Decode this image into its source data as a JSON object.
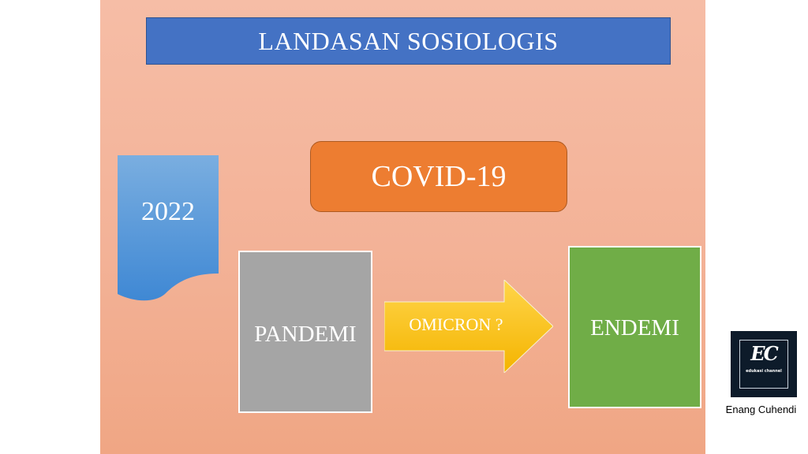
{
  "slide": {
    "title": "LANDASAN SOSIOLOGIS",
    "center_label": "COVID-19",
    "year_label": "2022",
    "left_box_label": "PANDEMI",
    "arrow_label": "OMICRON ?",
    "right_box_label": "ENDEMI"
  },
  "branding": {
    "logo_mark": "EC",
    "logo_subtitle": "edukasi channel",
    "author": "Enang Cuhendi"
  },
  "colors": {
    "slide_background": "#f3b297",
    "title_bar": "#4472c4",
    "covid_box": "#ed7d31",
    "year_banner": "#5b9bd5",
    "pandemi_box": "#a5a5a5",
    "arrow": "#ffc000",
    "endemi_box": "#70ad47",
    "logo_background": "#0d1b2a"
  }
}
